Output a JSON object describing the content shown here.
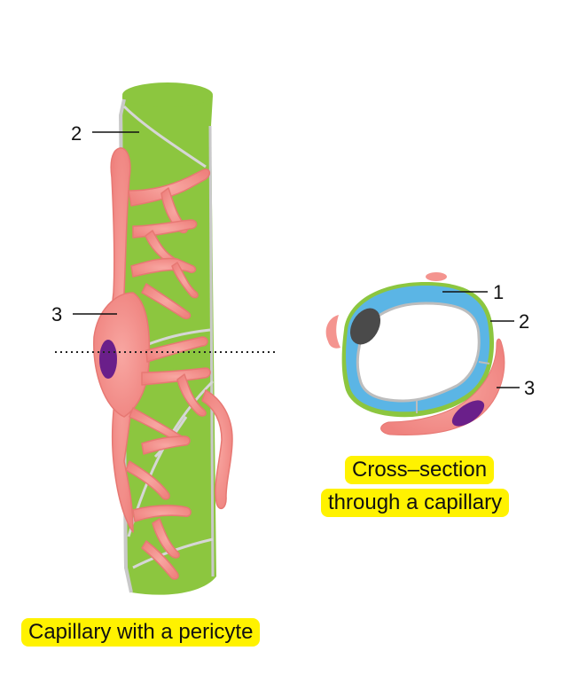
{
  "labels": {
    "left_2": "2",
    "left_3": "3",
    "right_1": "1",
    "right_2": "2",
    "right_3": "3"
  },
  "captions": {
    "left": "Capillary with a pericyte",
    "right_line1": "Cross–section",
    "right_line2": "through a capillary"
  },
  "colors": {
    "capillary_green": "#8cc63f",
    "endothelium_blue": "#5bb5e5",
    "pericyte_pink": "#f4948f",
    "nucleus_purple": "#6a1f8a",
    "endothelial_nucleus": "#4a4a4a",
    "caption_highlight": "#fff200"
  }
}
